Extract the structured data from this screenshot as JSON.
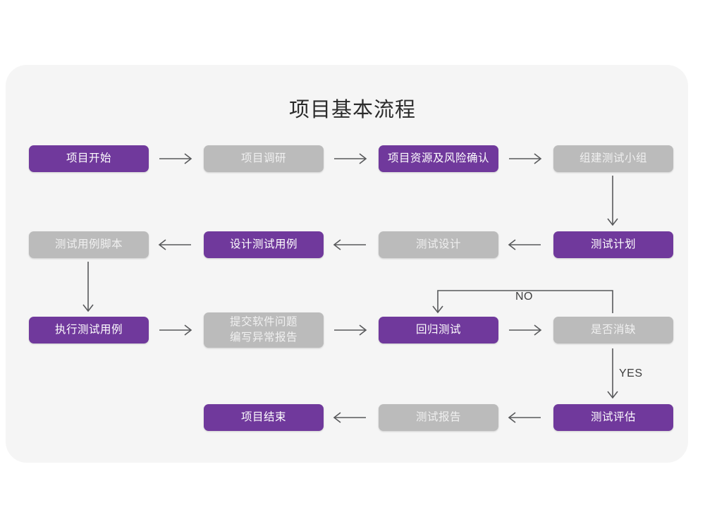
{
  "page": {
    "title": "项目基本流程",
    "background_color": "#ffffff",
    "panel_color": "#f5f5f5"
  },
  "colors": {
    "purple": "#70399c",
    "gray": "#bbbbbb",
    "purple_text": "#ffffff",
    "gray_text": "#f0f0f0",
    "line": "#58595b",
    "title_text": "#2b2b2b"
  },
  "chart_data": {
    "type": "diagram",
    "title": "项目基本流程",
    "nodes": [
      {
        "id": "n1",
        "label": "项目开始",
        "style": "purple",
        "row": 1,
        "col": 1
      },
      {
        "id": "n2",
        "label": "项目调研",
        "style": "gray",
        "row": 1,
        "col": 2
      },
      {
        "id": "n3",
        "label": "项目资源及风险确认",
        "style": "purple",
        "row": 1,
        "col": 3
      },
      {
        "id": "n4",
        "label": "组建测试小组",
        "style": "gray",
        "row": 1,
        "col": 4
      },
      {
        "id": "n5",
        "label": "测试用例脚本",
        "style": "gray",
        "row": 2,
        "col": 1
      },
      {
        "id": "n6",
        "label": "设计测试用例",
        "style": "purple",
        "row": 2,
        "col": 2
      },
      {
        "id": "n7",
        "label": "测试设计",
        "style": "gray",
        "row": 2,
        "col": 3
      },
      {
        "id": "n8",
        "label": "测试计划",
        "style": "purple",
        "row": 2,
        "col": 4
      },
      {
        "id": "n9",
        "label": "执行测试用例",
        "style": "purple",
        "row": 3,
        "col": 1
      },
      {
        "id": "n10",
        "label": "提交软件问题\n编写异常报告",
        "style": "gray",
        "row": 3,
        "col": 2
      },
      {
        "id": "n11",
        "label": "回归测试",
        "style": "purple",
        "row": 3,
        "col": 3
      },
      {
        "id": "n12",
        "label": "是否消缺",
        "style": "gray",
        "row": 3,
        "col": 4
      },
      {
        "id": "n13",
        "label": "项目结束",
        "style": "purple",
        "row": 4,
        "col": 2
      },
      {
        "id": "n14",
        "label": "测试报告",
        "style": "gray",
        "row": 4,
        "col": 3
      },
      {
        "id": "n15",
        "label": "测试评估",
        "style": "purple",
        "row": 4,
        "col": 4
      }
    ],
    "edges": [
      {
        "from": "n1",
        "to": "n2",
        "direction": "right",
        "label": ""
      },
      {
        "from": "n2",
        "to": "n3",
        "direction": "right",
        "label": ""
      },
      {
        "from": "n3",
        "to": "n4",
        "direction": "right",
        "label": ""
      },
      {
        "from": "n4",
        "to": "n8",
        "direction": "down",
        "label": ""
      },
      {
        "from": "n8",
        "to": "n7",
        "direction": "left",
        "label": ""
      },
      {
        "from": "n7",
        "to": "n6",
        "direction": "left",
        "label": ""
      },
      {
        "from": "n6",
        "to": "n5",
        "direction": "left",
        "label": ""
      },
      {
        "from": "n5",
        "to": "n9",
        "direction": "down",
        "label": ""
      },
      {
        "from": "n9",
        "to": "n10",
        "direction": "right",
        "label": ""
      },
      {
        "from": "n10",
        "to": "n11",
        "direction": "right",
        "label": ""
      },
      {
        "from": "n11",
        "to": "n12",
        "direction": "right",
        "label": ""
      },
      {
        "from": "n12",
        "to": "n11",
        "direction": "loop-up",
        "label": "NO"
      },
      {
        "from": "n12",
        "to": "n15",
        "direction": "down",
        "label": "YES"
      },
      {
        "from": "n15",
        "to": "n14",
        "direction": "left",
        "label": ""
      },
      {
        "from": "n14",
        "to": "n13",
        "direction": "left",
        "label": ""
      }
    ],
    "edge_labels": {
      "no": "NO",
      "yes": "YES"
    }
  }
}
